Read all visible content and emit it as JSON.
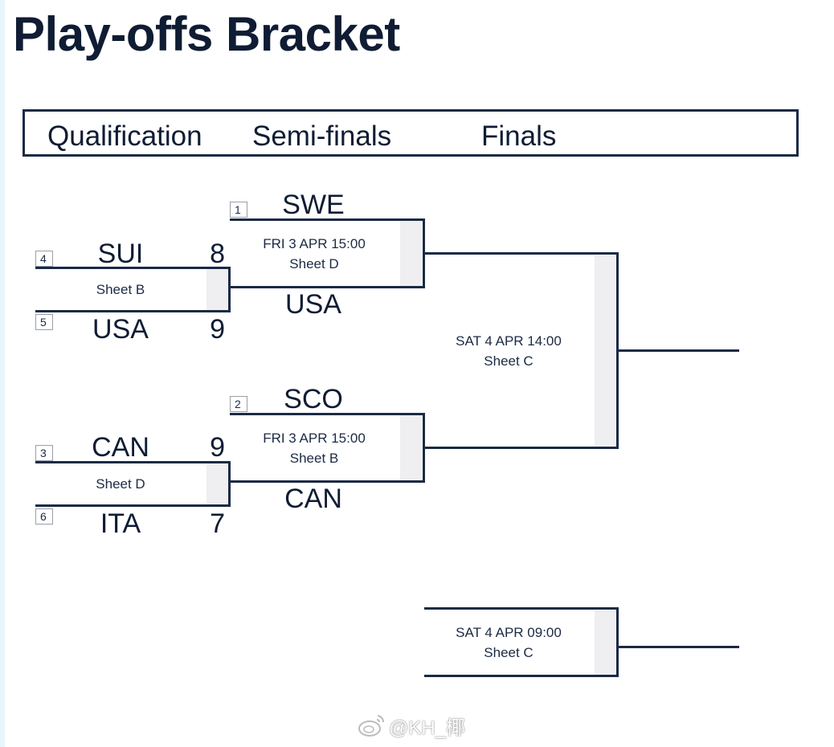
{
  "page_title": "Play-offs Bracket",
  "rounds": [
    {
      "label": "Qualification"
    },
    {
      "label": "Semi-finals"
    },
    {
      "label": "Finals"
    }
  ],
  "qualification": [
    {
      "venue": "Sheet B",
      "top": {
        "seed": "4",
        "team": "SUI",
        "score": "8"
      },
      "bottom": {
        "seed": "5",
        "team": "USA",
        "score": "9"
      }
    },
    {
      "venue": "Sheet D",
      "top": {
        "seed": "3",
        "team": "CAN",
        "score": "9"
      },
      "bottom": {
        "seed": "6",
        "team": "ITA",
        "score": "7"
      }
    }
  ],
  "semifinals": [
    {
      "datetime": "FRI 3 APR 15:00",
      "venue": "Sheet D",
      "top": {
        "seed": "1",
        "team": "SWE"
      },
      "bottom": {
        "team": "USA"
      }
    },
    {
      "datetime": "FRI 3 APR 15:00",
      "venue": "Sheet B",
      "top": {
        "seed": "2",
        "team": "SCO"
      },
      "bottom": {
        "team": "CAN"
      }
    }
  ],
  "final": {
    "datetime": "SAT 4 APR 14:00",
    "venue": "Sheet C"
  },
  "bronze": {
    "datetime": "SAT 4 APR 09:00",
    "venue": "Sheet C"
  },
  "watermark": "@KH_椰"
}
